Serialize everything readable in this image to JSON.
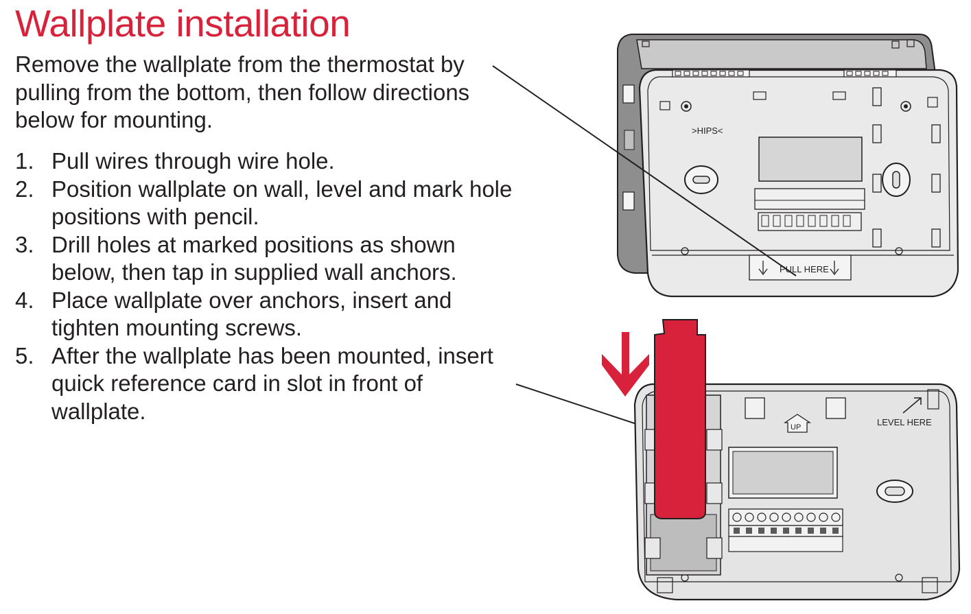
{
  "title": "Wallplate installation",
  "intro": "Remove the wallplate from the thermostat by pulling from the bottom, then follow directions below for mounting.",
  "steps": [
    {
      "num": "1.",
      "text": "Pull wires through wire hole."
    },
    {
      "num": "2.",
      "text": "Position wallplate on wall, level and mark hole positions with pencil."
    },
    {
      "num": "3.",
      "text": "Drill holes at marked positions as shown below, then tap in supplied wall anchors."
    },
    {
      "num": "4.",
      "text": "Place wallplate over anchors, insert and tighten mounting screws."
    },
    {
      "num": "5.",
      "text": "After the wallplate has been mounted, insert quick reference card in slot in front of wallplate."
    }
  ],
  "diagram_labels": {
    "hips": ">HIPS<",
    "pull_here": "PULL HERE",
    "up": "UP",
    "level_here": "LEVEL HERE"
  },
  "colors": {
    "accent_red": "#d8213a",
    "text": "#231f20",
    "plate_gray": "#e6e6e6",
    "dark_gray": "#8a8a8a"
  }
}
